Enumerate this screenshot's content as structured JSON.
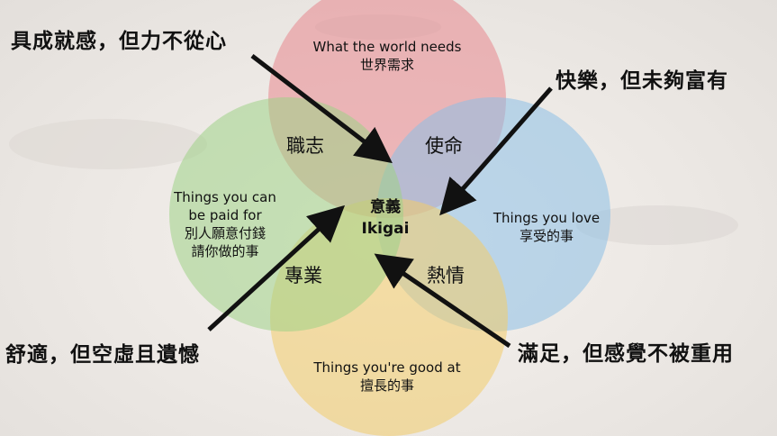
{
  "center": {
    "zh": "意義",
    "en": "Ikigai"
  },
  "circles": {
    "world": {
      "en": "What the world needs",
      "zh": "世界需求",
      "color": "#e8868e"
    },
    "love": {
      "en": "Things you love",
      "zh": "享受的事",
      "color": "#8cc0e6"
    },
    "good": {
      "en": "Things you're good at",
      "zh": "擅長的事",
      "color": "#f2cc6a"
    },
    "paid": {
      "en1": "Things you can",
      "en2": "be paid for",
      "zh1": "別人願意付錢",
      "zh2": "請你做的事",
      "color": "#9fd186"
    }
  },
  "overlaps": {
    "vocation": "職志",
    "mission": "使命",
    "passion": "熱情",
    "profession": "專業"
  },
  "callouts": {
    "top_left": "具成就感，但力不從心",
    "top_right": "快樂，但未夠富有",
    "bottom_left": "舒適，但空虛且遺憾",
    "bottom_right": "滿足，但感覺不被重用"
  }
}
